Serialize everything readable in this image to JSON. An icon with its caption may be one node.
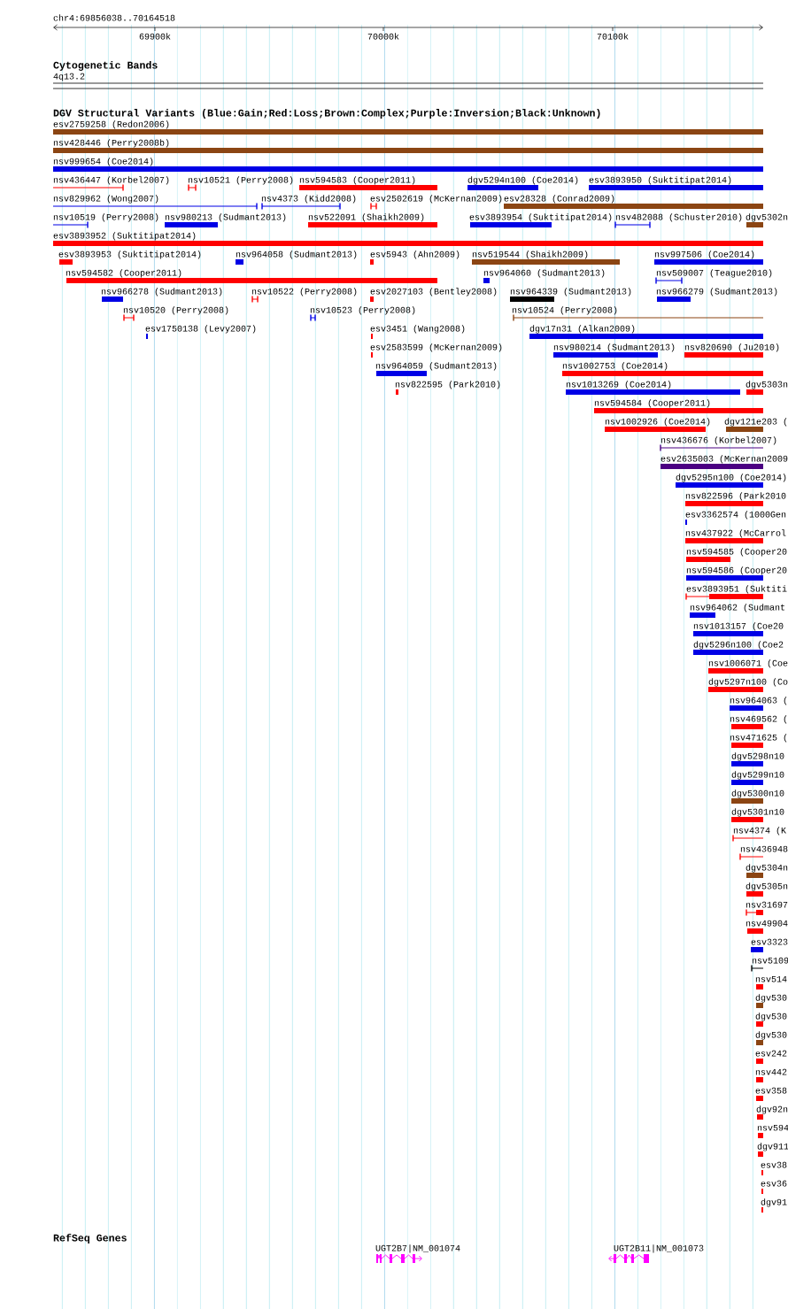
{
  "diagram": {
    "nodes": [
      {
        "text": [
          "esv2759258 (Redon2006)"
        ]
      },
      {
        "text": [
          "nsv428446 (Perry2008b)"
        ]
      },
      {
        "text": [
          "nsv999654 (Coe2014)"
        ]
      },
      {
        "text": [
          "nsv436447 (Korbel2007)"
        ]
      },
      {
        "text": [
          "nsv10521 (Perry2008)"
        ]
      },
      {
        "text": [
          "nsv594583 (Cooper2011)"
        ]
      },
      {
        "text": [
          "dgv5294n100 (Coe2014)"
        ]
      },
      {
        "text": [
          "esv3893950 (Suktitipat2014)"
        ]
      },
      {
        "text": [
          "nsv829962 (Wong2007)"
        ]
      },
      {
        "text": [
          "nsv4373 (Kidd2008)"
        ]
      },
      {
        "text": [
          "esv2502619 (McKernan2009)"
        ]
      },
      {
        "text": [
          "esv28328 (Conrad2009)"
        ]
      },
      {
        "text": [
          "nsv10519 (Perry2008)"
        ]
      },
      {
        "text": [
          "nsv980213 (Sudmant2013)"
        ]
      },
      {
        "text": [
          "nsv522091 (Shaikh2009)"
        ]
      },
      {
        "text": [
          "esv3893954 (Suktitipat2014)"
        ]
      },
      {
        "text": [
          "nsv482088 (Schuster2010)"
        ]
      },
      {
        "text": [
          "dgv5302n"
        ]
      },
      {
        "text": [
          "esv3893952 (Suktitipat2014)"
        ]
      },
      {
        "text": [
          "esv3893953 (Suktitipat2014)"
        ]
      },
      {
        "text": [
          "nsv964058 (Sudmant2013)"
        ]
      },
      {
        "text": [
          "esv5943 (Ahn2009)"
        ]
      },
      {
        "text": [
          "nsv519544 (Shaikh2009)"
        ]
      },
      {
        "text": [
          "nsv997506 (Coe2014)"
        ]
      },
      {
        "text": [
          "nsv594582 (Cooper2011)"
        ]
      },
      {
        "text": [
          "nsv964060 (Sudmant2013)"
        ]
      },
      {
        "text": [
          "nsv509007 (Teague2010)"
        ]
      },
      {
        "text": [
          "nsv966278 (Sudmant2013)"
        ]
      },
      {
        "text": [
          "nsv10522 (Perry2008)"
        ]
      },
      {
        "text": [
          "esv2027103 (Bentley2008)"
        ]
      },
      {
        "text": [
          "nsv964339 (Sudmant2013)"
        ]
      },
      {
        "text": [
          "nsv966279 (Sudmant2013)"
        ]
      },
      {
        "text": [
          "nsv10520 (Perry2008)"
        ]
      },
      {
        "text": [
          "nsv10523 (Perry2008)"
        ]
      },
      {
        "text": [
          "nsv10524 (Perry2008)"
        ]
      },
      {
        "text": [
          "esv1750138 (Levy2007)"
        ]
      },
      {
        "text": [
          "esv3451 (Wang2008)"
        ]
      },
      {
        "text": [
          "dgv17n31 (Alkan2009)"
        ]
      },
      {
        "text": [
          "esv2583599 (McKernan2009)"
        ]
      },
      {
        "text": [
          "nsv980214 (Sudmant2013)"
        ]
      },
      {
        "text": [
          "nsv820690 (Ju2010)"
        ]
      },
      {
        "text": [
          "nsv964059 (Sudmant2013)"
        ]
      },
      {
        "text": [
          "nsv1002753 (Coe2014)"
        ]
      },
      {
        "text": [
          "nsv822595 (Park2010)"
        ]
      },
      {
        "text": [
          "nsv1013269 (Coe2014)"
        ]
      },
      {
        "text": [
          "dgv5303n"
        ]
      },
      {
        "text": [
          "nsv594584 (Cooper2011)"
        ]
      },
      {
        "text": [
          "nsv1002926 (Coe2014)"
        ]
      },
      {
        "text": [
          "dgv121e203 ("
        ]
      },
      {
        "text": [
          "nsv436676 (Korbel2007)"
        ]
      },
      {
        "text": [
          "esv2635003 (McKernan2009"
        ]
      },
      {
        "text": [
          "dgv5295n100 (Coe2014)"
        ]
      },
      {
        "text": [
          "nsv822596 (Park2010"
        ]
      },
      {
        "text": [
          "esv3362574 (1000Gen"
        ]
      },
      {
        "text": [
          "nsv437922 (McCarrol"
        ]
      },
      {
        "text": [
          "nsv594585 (Cooper20"
        ]
      },
      {
        "text": [
          "nsv594586 (Cooper20"
        ]
      },
      {
        "text": [
          "esv3893951 (Suktiti"
        ]
      },
      {
        "text": [
          "nsv964062 (Sudmant"
        ]
      },
      {
        "text": [
          "nsv1013157 (Coe20"
        ]
      },
      {
        "text": [
          "dgv5296n100 (Coe2"
        ]
      },
      {
        "text": [
          "nsv1006071 (Coe"
        ]
      },
      {
        "text": [
          "dgv5297n100 (Co"
        ]
      },
      {
        "text": [
          "nsv964063 ("
        ]
      },
      {
        "text": [
          "nsv469562 ("
        ]
      },
      {
        "text": [
          "nsv471625 ("
        ]
      },
      {
        "text": [
          "dgv5298n10"
        ]
      },
      {
        "text": [
          "dgv5299n10"
        ]
      },
      {
        "text": [
          "dgv5300n10"
        ]
      },
      {
        "text": [
          "dgv5301n10"
        ]
      },
      {
        "text": [
          "nsv4374 (K"
        ]
      },
      {
        "text": [
          "nsv436948"
        ]
      },
      {
        "text": [
          "dgv5304n"
        ]
      },
      {
        "text": [
          "dgv5305n"
        ]
      },
      {
        "text": [
          "nsv31697"
        ]
      },
      {
        "text": [
          "nsv49904"
        ]
      },
      {
        "text": [
          "esv3323"
        ]
      },
      {
        "text": [
          "nsv5109"
        ]
      },
      {
        "text": [
          "nsv514"
        ]
      },
      {
        "text": [
          "dgv530"
        ]
      },
      {
        "text": [
          "dgv530"
        ]
      },
      {
        "text": [
          "dgv530"
        ]
      },
      {
        "text": [
          "esv242"
        ]
      },
      {
        "text": [
          "nsv442"
        ]
      },
      {
        "text": [
          "esv358"
        ]
      },
      {
        "text": [
          "dgv92n"
        ]
      },
      {
        "text": [
          "nsv594"
        ]
      },
      {
        "text": [
          "dgv911"
        ]
      },
      {
        "text": [
          "esv38"
        ]
      },
      {
        "text": [
          "esv36"
        ]
      },
      {
        "text": [
          "dgv91"
        ]
      },
      {
        "text": [
          "UGT2B7|NM_001074"
        ]
      },
      {
        "text": [
          "UGT2B11|NM_001073"
        ]
      }
    ],
    "labels": [
      "chr4:69856038..70164518",
      "69900k",
      "70000k",
      "70100k",
      "Cytogenetic Bands",
      "4q13.2",
      "DGV Structural Variants (Blue:Gain;Red:Loss;Brown:Complex;Purple:Inversion;Black:Unknown)",
      "RefSeq Genes"
    ]
  }
}
